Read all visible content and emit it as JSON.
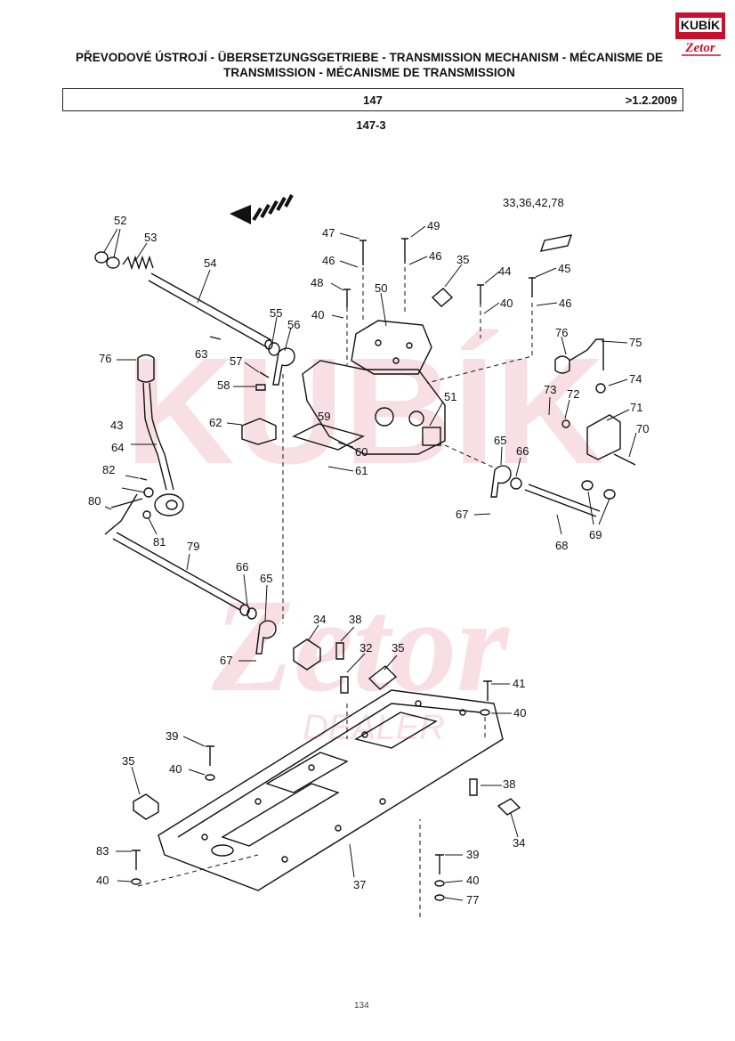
{
  "header": {
    "logo_text": "KUBÍK",
    "logo_sub": "Zetor",
    "title_line1": "PŘEVODOVÉ ÚSTROJÍ - ÜBERSETZUNGSGETRIEBE - TRANSMISSION MECHANISM - MÉCANISME DE",
    "title_line2": "TRANSMISSION - MÉCANISME DE TRANSMISSION",
    "section": "147",
    "date": ">1.2.2009",
    "figure": "147-3"
  },
  "watermark": {
    "text1": "KUBÍK",
    "text2": "Zetor",
    "text3": "DEALER"
  },
  "callouts": {
    "c52": "52",
    "c53": "53",
    "c54": "54",
    "c55": "55",
    "c56": "56",
    "c63": "63",
    "c76a": "76",
    "c57": "57",
    "c58": "58",
    "c62": "62",
    "c59": "59",
    "c43": "43",
    "c64": "64",
    "c82": "82",
    "c80": "80",
    "c81": "81",
    "c79": "79",
    "c47": "47",
    "c49": "49",
    "c46a": "46",
    "c46b": "46",
    "c35a": "35",
    "c48": "48",
    "c50": "50",
    "c44": "44",
    "c45": "45",
    "c40a": "40",
    "c40b": "40",
    "c46c": "46",
    "c51": "51",
    "c60": "60",
    "c61": "61",
    "c33": "33,36,42,78",
    "c76b": "76",
    "c75": "75",
    "c74": "74",
    "c73": "73",
    "c72": "72",
    "c71": "71",
    "c70": "70",
    "c65a": "65",
    "c66a": "66",
    "c67a": "67",
    "c68": "68",
    "c69": "69",
    "c66b": "66",
    "c65b": "65",
    "c34a": "34",
    "c38a": "38",
    "c32": "32",
    "c35b": "35",
    "c67b": "67",
    "c41": "41",
    "c40c": "40",
    "c39a": "39",
    "c40d": "40",
    "c35c": "35",
    "c38b": "38",
    "c34b": "34",
    "c83": "83",
    "c40e": "40",
    "c37": "37",
    "c39b": "39",
    "c40f": "40",
    "c77": "77"
  },
  "page_number": "134"
}
